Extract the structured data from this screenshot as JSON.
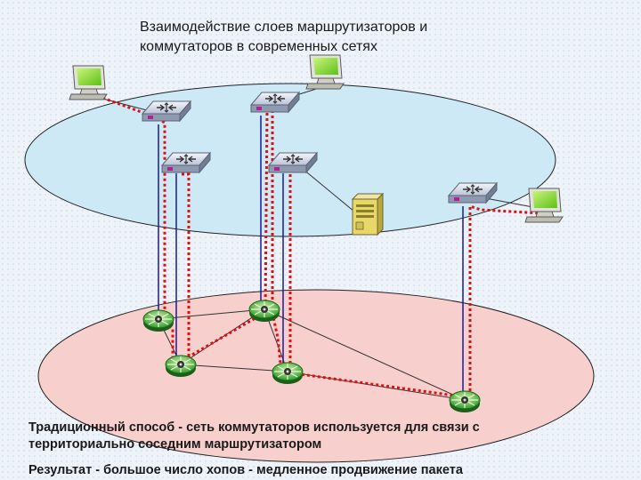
{
  "title": {
    "line1": "Взаимодействие слоев маршрутизаторов и",
    "line2": "коммутаторов в современных сетях"
  },
  "captions": {
    "traditional_line1": "Традиционный способ - сеть коммутаторов используется для связи с",
    "traditional_line2": "территориально соседним маршрутизатором",
    "result": "Результат - большое число хопов - медленное продвижение пакета"
  },
  "colors": {
    "switch_layer": "#cde9f5",
    "router_layer": "#f7cfcd",
    "path": "#e01010",
    "uplink": "#1a1aa0",
    "monitor": "#8ee02a",
    "router": "#2f9a2a"
  },
  "icons": [
    "monitor-icon",
    "switch-icon",
    "server-icon",
    "router-icon"
  ]
}
